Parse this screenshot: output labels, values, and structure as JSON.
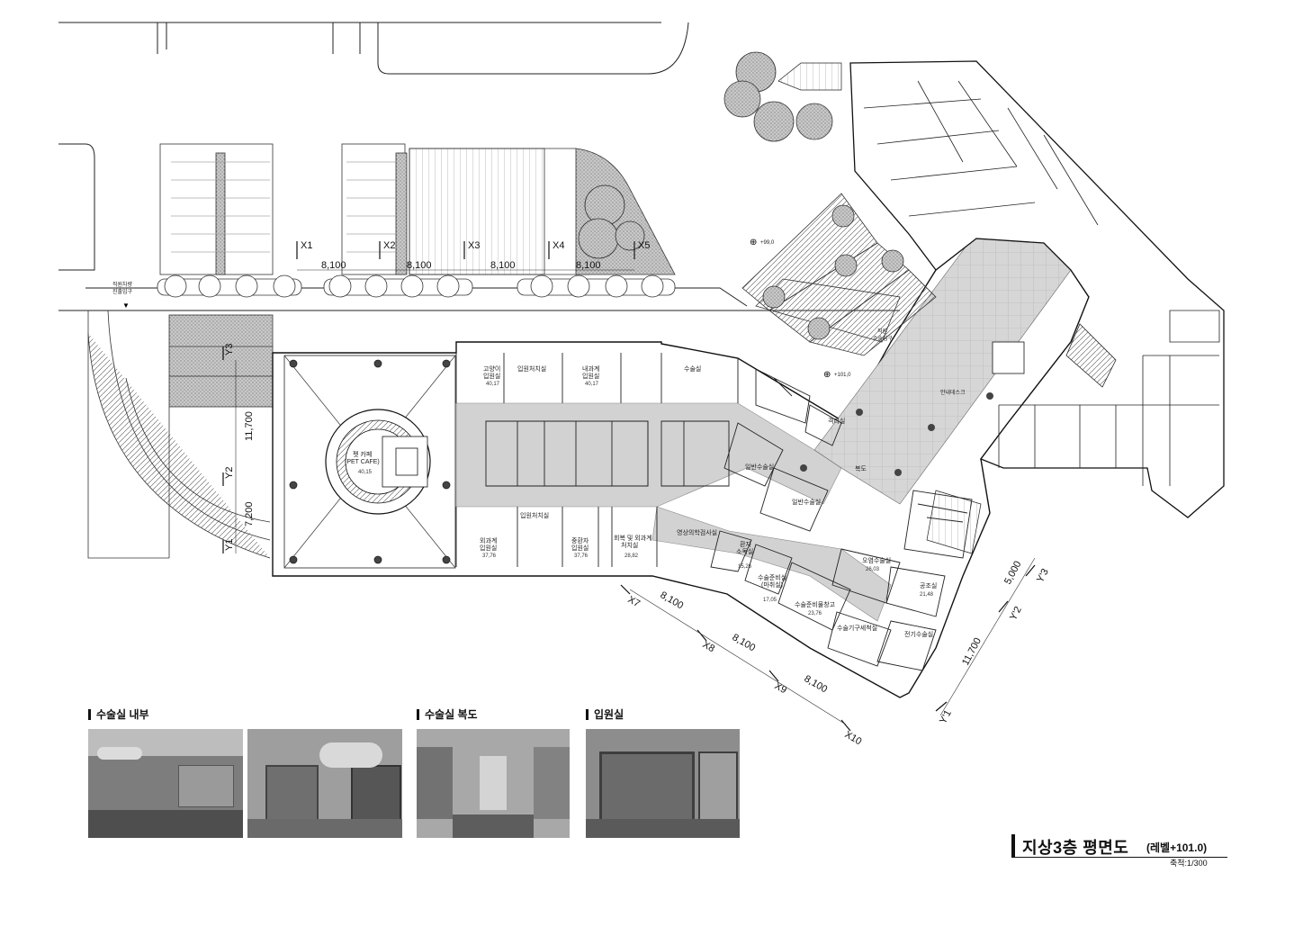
{
  "plan": {
    "grid_x": [
      "X1",
      "X2",
      "X3",
      "X4",
      "X5",
      "X7",
      "X8",
      "X9",
      "X10"
    ],
    "grid_y": [
      "Y1",
      "Y2",
      "Y3"
    ],
    "grid_y_prime": [
      "Y'1",
      "Y'2",
      "Y'3"
    ],
    "dims": {
      "bay": "8,100",
      "left_11700": "11,700",
      "left_7200": "7,200",
      "right_5000": "5,000",
      "right_11700": "11,700"
    },
    "levels": {
      "lv_99": "+99,0",
      "lv_101": "+101,0"
    },
    "labels": {
      "staff_entrance": "직원차량\n진출입구",
      "staff_surgery_entry": "직원\n수술입구",
      "corridor": "복도",
      "info": "안내데스크",
      "cafe": "펫 카페\n(PET CAFE)",
      "cafe_area": "40,15"
    },
    "rooms": [
      {
        "name": "고양이\n입원실",
        "area": "40,17"
      },
      {
        "name": "입원처치실",
        "area": ""
      },
      {
        "name": "내과계\n입원실",
        "area": "40,17"
      },
      {
        "name": "수술실",
        "area": ""
      },
      {
        "name": "외과계\n입원실",
        "area": "37,76"
      },
      {
        "name": "입원처치실",
        "area": ""
      },
      {
        "name": "중환자\n입원실",
        "area": "37,76"
      },
      {
        "name": "회복 및 외과계\n처치실",
        "area": "28,82"
      },
      {
        "name": "영상의학검사실",
        "area": ""
      },
      {
        "name": "일반수술실",
        "area": ""
      },
      {
        "name": "일반수술실",
        "area": ""
      },
      {
        "name": "환자\n소독실",
        "area": "15,26"
      },
      {
        "name": "수술준비실\n(마취실)",
        "area": "17,05"
      },
      {
        "name": "수술준비물창고",
        "area": "23,76"
      },
      {
        "name": "수술기구세척실",
        "area": ""
      },
      {
        "name": "오염수술실",
        "area": "26,03"
      },
      {
        "name": "공조실",
        "area": "21,48"
      },
      {
        "name": "전기수술실",
        "area": ""
      },
      {
        "name": "격리실",
        "area": ""
      }
    ]
  },
  "photos": [
    {
      "caption": "수술실 내부"
    },
    {
      "caption": "수술실 복도"
    },
    {
      "caption": "입원실"
    }
  ],
  "title_block": {
    "title": "지상3층 평면도",
    "subtitle": "(레벨+101.0)",
    "scale": "축척:1/300"
  }
}
